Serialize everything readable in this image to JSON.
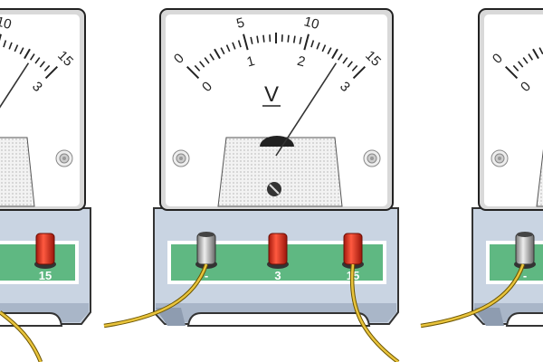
{
  "meter": {
    "unit": "V",
    "outer_scale_labels": [
      "0",
      "5",
      "10",
      "15"
    ],
    "inner_scale_labels": [
      "0",
      "1",
      "2",
      "3"
    ],
    "terminals": [
      {
        "label": "-",
        "color": "#b9b9b9"
      },
      {
        "label": "3",
        "color": "#e0321e"
      },
      {
        "label": "15",
        "color": "#e0321e"
      }
    ],
    "needle_reading_3v_scale": 2.6,
    "scale_max": 3
  },
  "colors": {
    "panel_green": "#5fb882",
    "body": "#c9d4e2",
    "wire": "#e9c43c"
  }
}
